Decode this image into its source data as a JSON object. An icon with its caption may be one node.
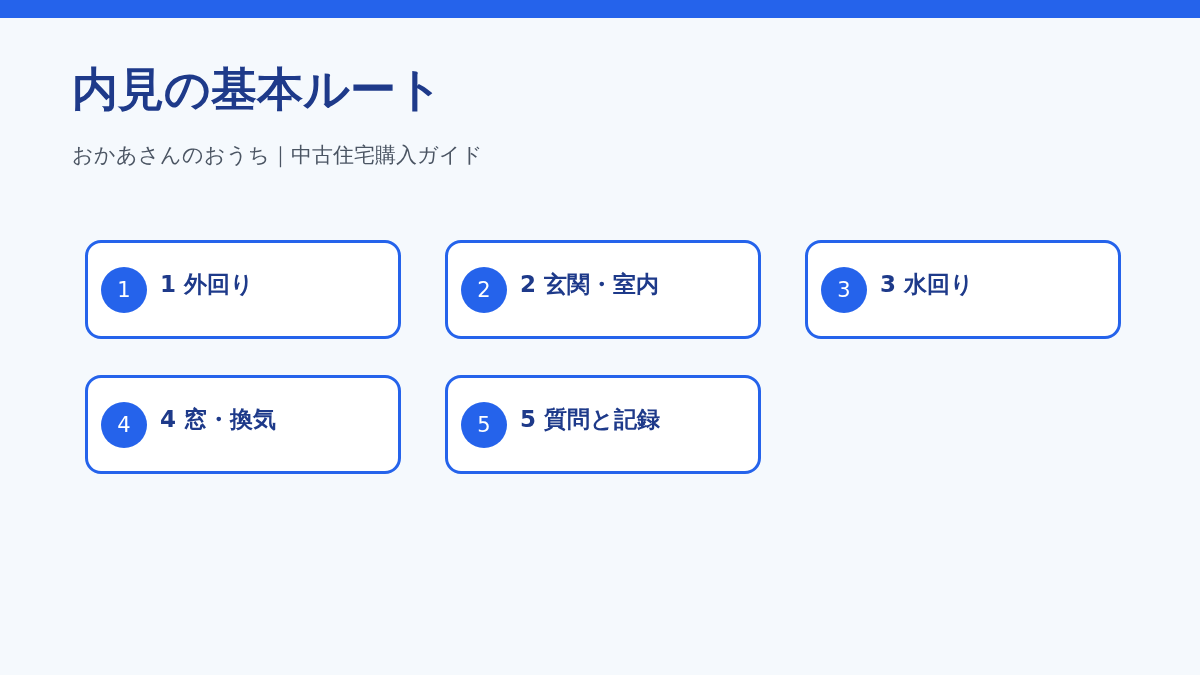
{
  "diagram": {
    "title": "内見の基本ルート",
    "nodes": [
      {
        "text": [
          "1 外回り"
        ]
      },
      {
        "text": [
          "1"
        ],
        "in": 0
      },
      {
        "text": [
          "2 玄関・室内"
        ]
      },
      {
        "text": [
          "2"
        ],
        "in": 2
      },
      {
        "text": [
          "3 水回り"
        ]
      },
      {
        "text": [
          "3"
        ],
        "in": 4
      },
      {
        "text": [
          "4 窓・換気"
        ]
      },
      {
        "text": [
          "4"
        ],
        "in": 6
      },
      {
        "text": [
          "5 質問と記録"
        ]
      },
      {
        "text": [
          "5"
        ],
        "in": 8
      }
    ],
    "labels": [
      "おかあさんのおうち｜中古住宅購入ガイド"
    ]
  }
}
